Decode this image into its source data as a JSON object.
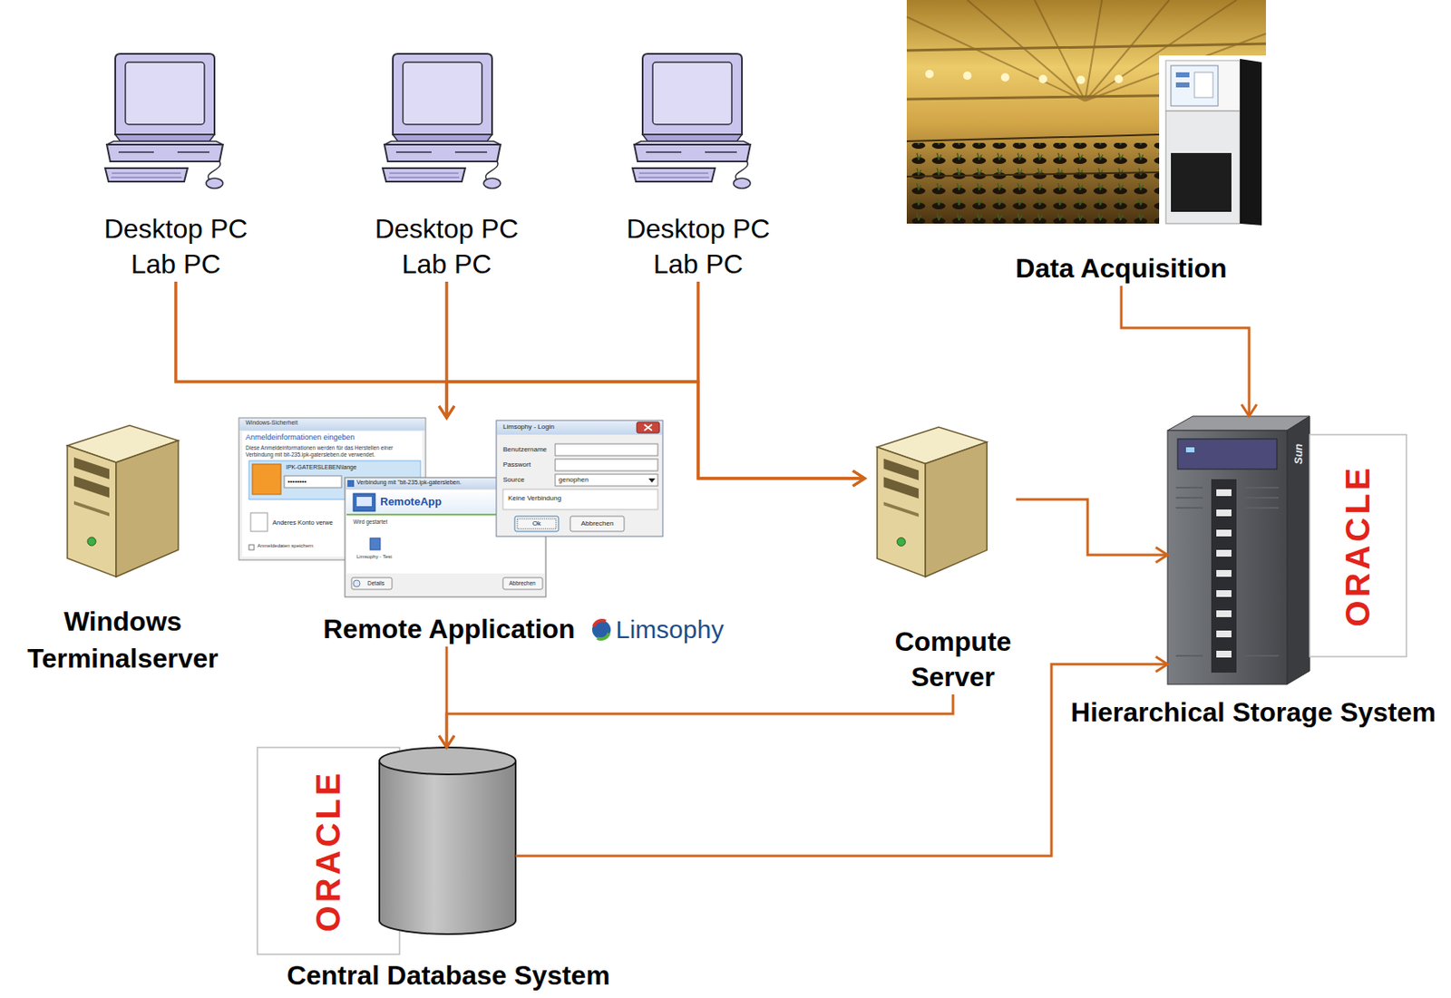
{
  "diagram": {
    "nodes": [
      {
        "text": [
          "Desktop PC Lab PC"
        ]
      },
      {
        "text": [
          "Desktop PC Lab PC"
        ]
      },
      {
        "text": [
          "Desktop PC Lab PC"
        ]
      },
      {
        "text": [
          "Data Acquisition"
        ]
      },
      {
        "text": [
          "Windows Terminalserver"
        ]
      },
      {
        "text": [
          "Remote Application",
          "Limsophy"
        ]
      },
      {
        "text": [
          "Compute Server"
        ]
      },
      {
        "text": [
          "Hierarchical Storage System"
        ]
      },
      {
        "text": [
          "Central Database System"
        ]
      }
    ],
    "edges": [
      {
        "from": 0,
        "to": 5,
        "arrow": "to"
      },
      {
        "from": 1,
        "to": 5,
        "arrow": "to"
      },
      {
        "from": 2,
        "to": 5,
        "arrow": "to"
      },
      {
        "from": 0,
        "to": 6,
        "arrow": "to"
      },
      {
        "from": 1,
        "to": 6,
        "arrow": "to"
      },
      {
        "from": 2,
        "to": 6,
        "arrow": "to"
      },
      {
        "from": 3,
        "to": 7,
        "arrow": "to"
      },
      {
        "from": 6,
        "to": 7,
        "arrow": "to"
      },
      {
        "from": 5,
        "to": 8,
        "arrow": "to"
      },
      {
        "from": 6,
        "to": 8,
        "arrow": "to"
      },
      {
        "from": 8,
        "to": 7,
        "arrow": "to"
      }
    ],
    "labels": [
      "Windows-Sicherheit",
      "Anmeldeinformationen eingeben",
      "Diese Anmeldeinformationen werden für das Herstellen einer Verbindung mit bit-235.ipk-gatersleben.de verwendet.",
      "IPK-GATERSLEBEN\\lange",
      "••••••••",
      "Anderes Konto verwe",
      "Anmeldedaten speichern",
      "Verbindung mit \"bit-235.ipk-gatersleben.",
      "RemoteApp",
      "Wird gestartet",
      "Limsophy - Test",
      "Details",
      "Abbrechen",
      "Limsophy - Login",
      "Benutzername",
      "Passwort",
      "Source",
      "genophen",
      "Keine Verbindung",
      "Ok",
      "Abbrechen",
      "ORACLE",
      "ORACLE",
      "Sun"
    ]
  }
}
